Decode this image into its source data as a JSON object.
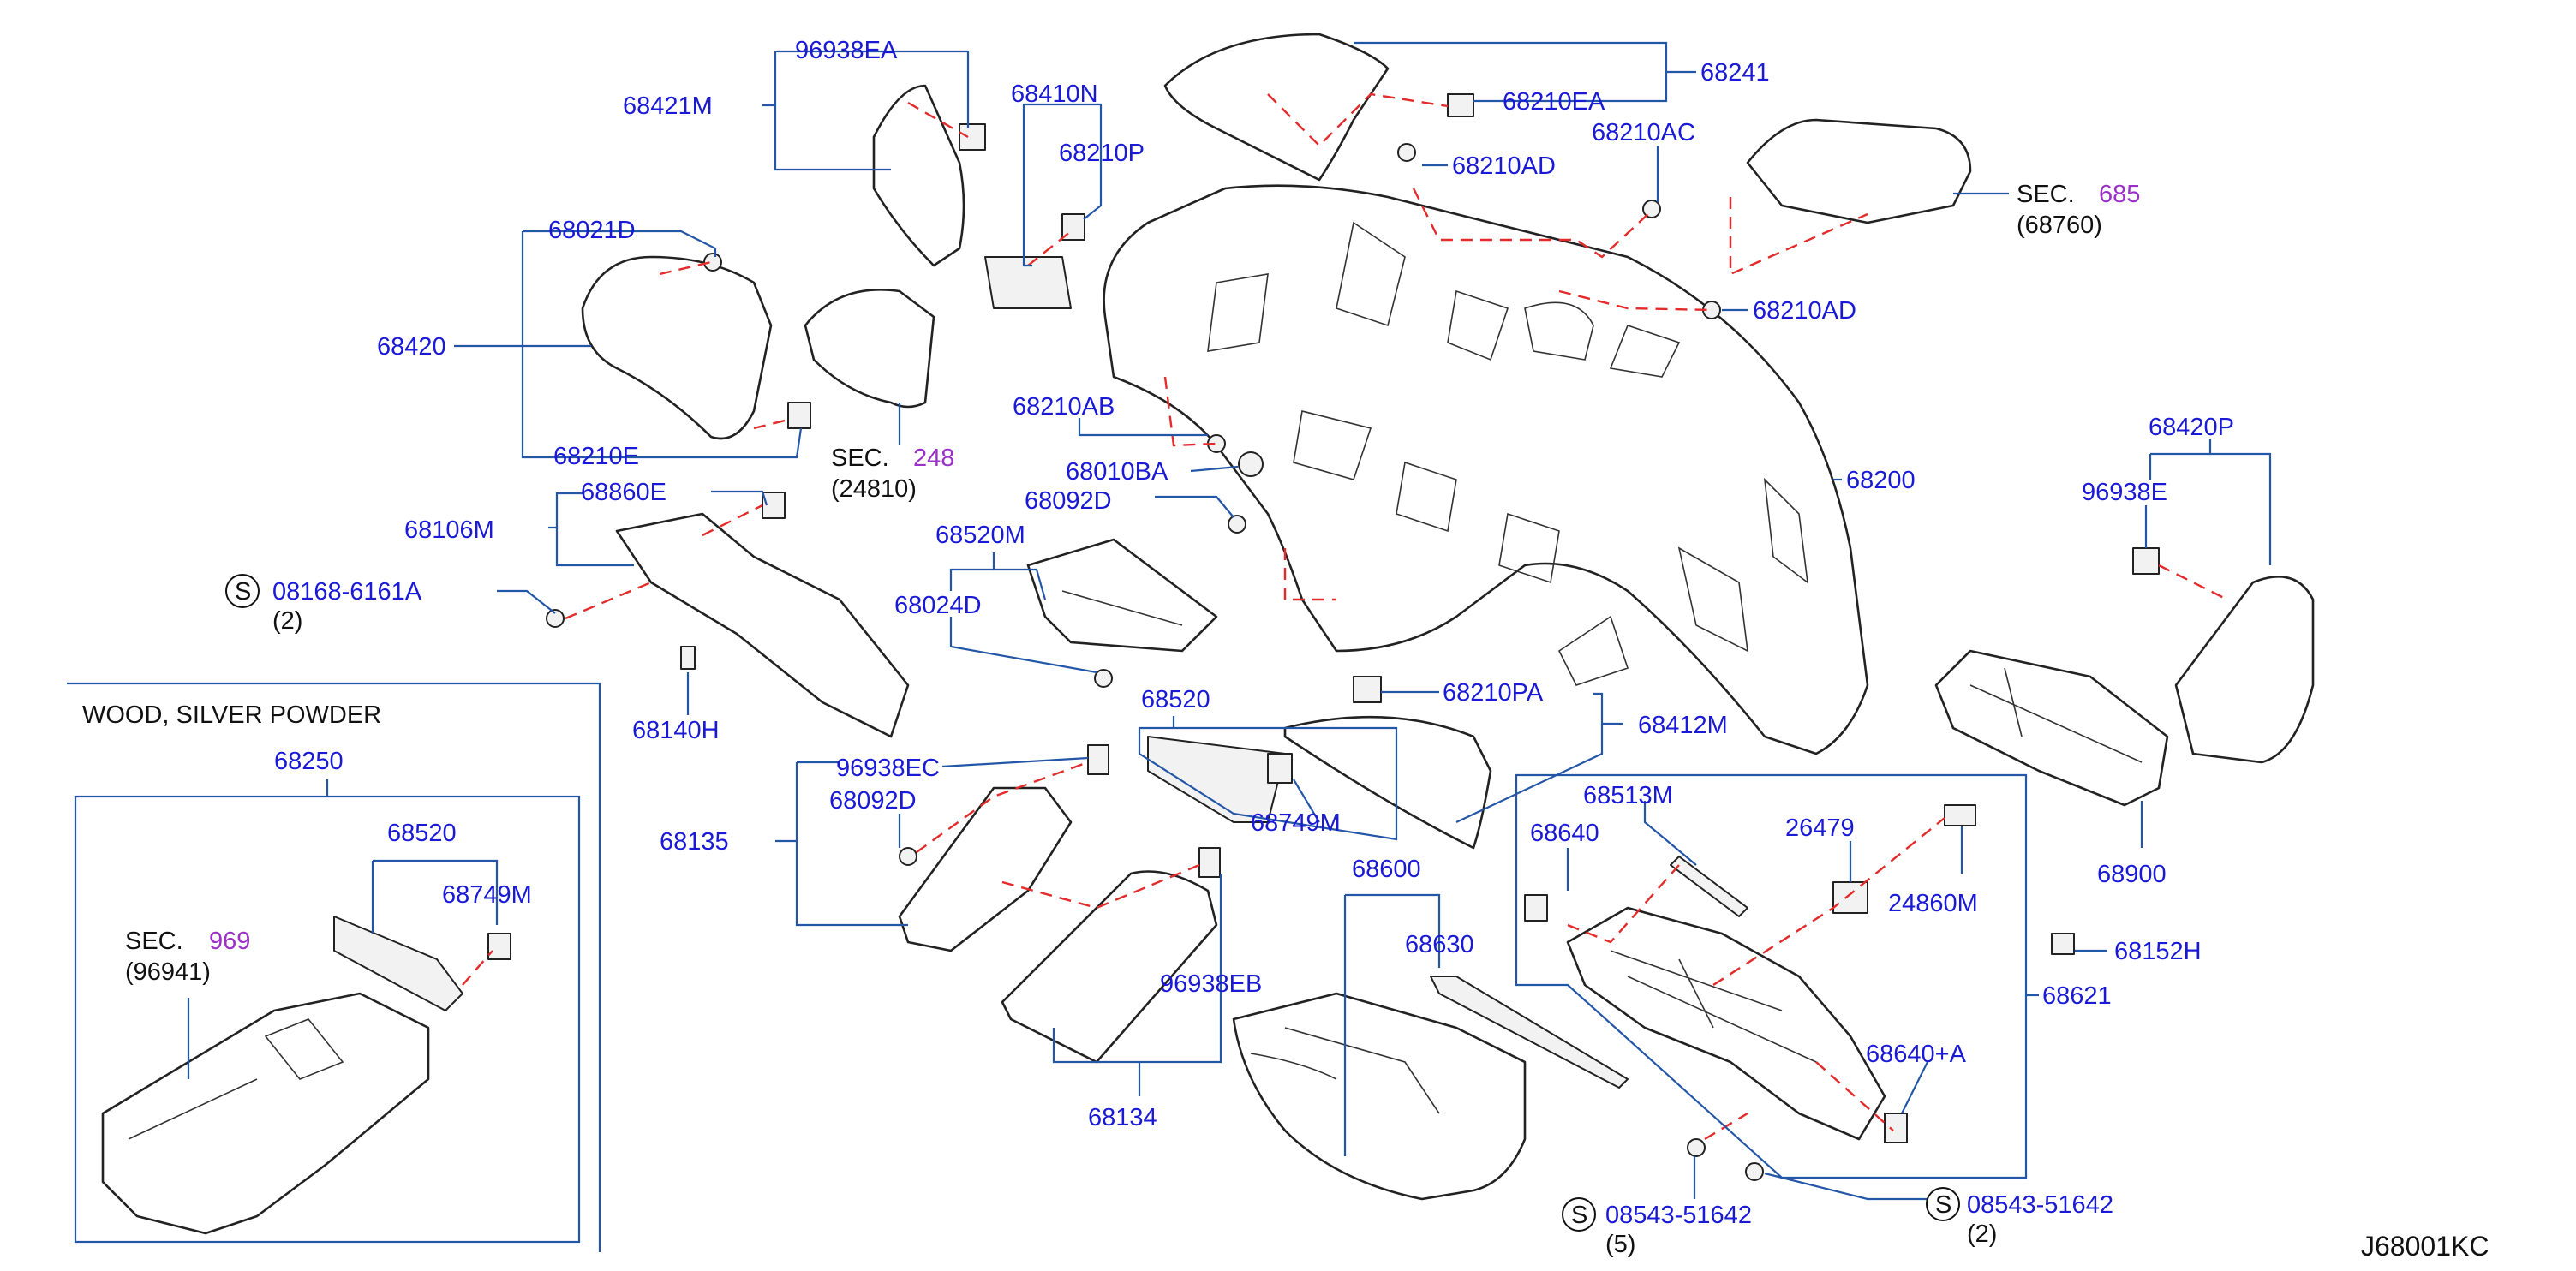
{
  "diagram_id": "J68001KC",
  "callouts": {
    "p96938EA": "96938EA",
    "p68421M": "68421M",
    "p68410N": "68410N",
    "p68210P": "68210P",
    "p68021D": "68021D",
    "p68420": "68420",
    "p68210E": "68210E",
    "p68860E": "68860E",
    "p68106M": "68106M",
    "p08168": "08168-6161A",
    "p08168_qty": "(2)",
    "p68140H": "68140H",
    "p68241": "68241",
    "p68210EA": "68210EA",
    "p68210AD_a": "68210AD",
    "p68210AC": "68210AC",
    "p68210AD_b": "68210AD",
    "p68210AB": "68210AB",
    "p68010BA": "68010BA",
    "p68092D_a": "68092D",
    "p68520M": "68520M",
    "p68024D": "68024D",
    "p68200": "68200",
    "p68210PA": "68210PA",
    "p68412M": "68412M",
    "p68520_a": "68520",
    "p68749M_a": "68749M",
    "p96938EC": "96938EC",
    "p68092D_b": "68092D",
    "p68135": "68135",
    "p96938EB": "96938EB",
    "p68134": "68134",
    "p68600": "68600",
    "p68630": "68630",
    "p68513M": "68513M",
    "p68640": "68640",
    "p26479": "26479",
    "p24860M": "24860M",
    "p68621": "68621",
    "p68640A": "68640+A",
    "p68152H": "68152H",
    "p08543_a": "08543-51642",
    "p08543_a_qty": "(5)",
    "p08543_b": "08543-51642",
    "p08543_b_qty": "(2)",
    "p68420P": "68420P",
    "p96938E": "96938E",
    "p68900": "68900",
    "p68250": "68250",
    "p68520_b": "68520",
    "p68749M_b": "68749M"
  },
  "section_refs": {
    "sec248_word": "SEC.",
    "sec248_num": "248",
    "sec248_sub": "(24810)",
    "sec685_word": "SEC.",
    "sec685_num": "685",
    "sec685_sub": "(68760)",
    "sec969_word": "SEC.",
    "sec969_num": "969",
    "sec969_sub": "(96941)"
  },
  "inset": {
    "title": "WOOD,  SILVER  POWDER"
  },
  "screw_symbol": "S",
  "colors": {
    "part_number": "#1a1ad6",
    "section_number": "#9b30c8",
    "leader_line": "#2456a8",
    "alignment_line": "#e32b2b",
    "static_text": "#111111"
  }
}
